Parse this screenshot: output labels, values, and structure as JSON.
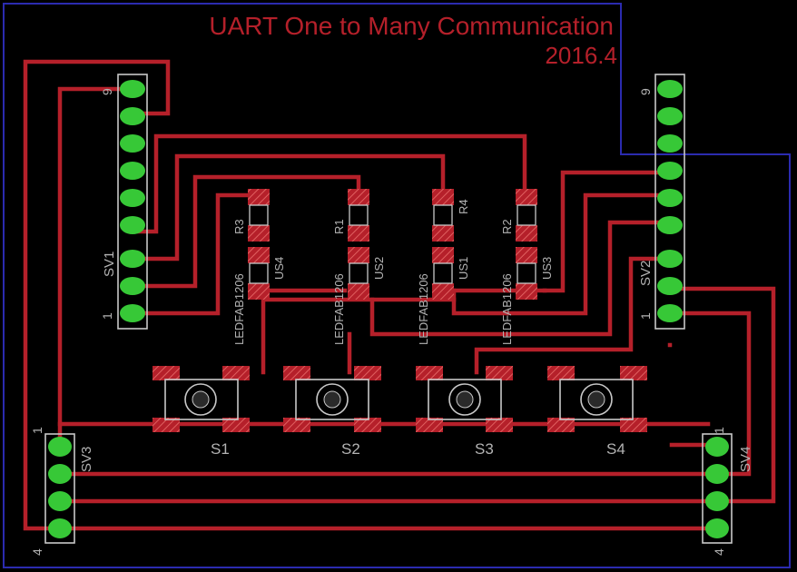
{
  "title": "UART One to Many Communication",
  "date": "2016.4",
  "headers": {
    "SV1": {
      "name": "SV1",
      "pin_first": "1",
      "pin_last": "9"
    },
    "SV2": {
      "name": "SV2",
      "pin_first": "1",
      "pin_last": "9"
    },
    "SV3": {
      "name": "SV3",
      "pin_first": "1",
      "pin_last": "4"
    },
    "SV4": {
      "name": "SV4",
      "pin_first": "1",
      "pin_last": "4"
    }
  },
  "resistors": [
    "R3",
    "R1",
    "R4",
    "R2"
  ],
  "leds": [
    {
      "value": "LEDFAB1206",
      "name": "US4"
    },
    {
      "value": "LEDFAB1206",
      "name": "US2"
    },
    {
      "value": "LEDFAB1206",
      "name": "US1"
    },
    {
      "value": "LEDFAB1206",
      "name": "US3"
    }
  ],
  "switches": [
    "S1",
    "S2",
    "S3",
    "S4"
  ],
  "colors": {
    "background": "#000000",
    "copper": "#b5202a",
    "pad": "#37c837",
    "outline": "#2b2bb0",
    "silk": "#c8c8c8"
  }
}
